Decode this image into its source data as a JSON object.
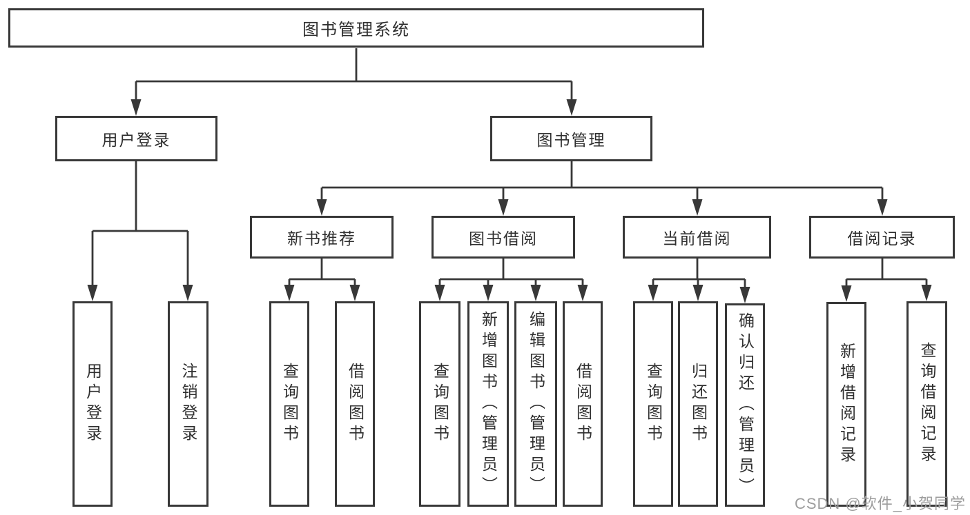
{
  "tree": {
    "root": {
      "label": "图书管理系统"
    },
    "branches": [
      {
        "label": "用户登录",
        "children": [
          {
            "label": "用户登录"
          },
          {
            "label": "注销登录"
          }
        ]
      },
      {
        "label": "图书管理",
        "children": [
          {
            "label": "新书推荐",
            "children": [
              {
                "label": "查询图书"
              },
              {
                "label": "借阅图书"
              }
            ]
          },
          {
            "label": "图书借阅",
            "children": [
              {
                "label": "查询图书"
              },
              {
                "label": "新增图书（管理员）"
              },
              {
                "label": "编辑图书（管理员）"
              },
              {
                "label": "借阅图书"
              }
            ]
          },
          {
            "label": "当前借阅",
            "children": [
              {
                "label": "查询图书"
              },
              {
                "label": "归还图书"
              },
              {
                "label": "确认归还（管理员）"
              }
            ]
          },
          {
            "label": "借阅记录",
            "children": [
              {
                "label": "新增借阅记录"
              },
              {
                "label": "查询借阅记录"
              }
            ]
          }
        ]
      }
    ]
  },
  "watermark": {
    "text": "CSDN @软件_小贺同学"
  },
  "colors": {
    "line": "#383838",
    "box_border": "#383838",
    "text": "#2f2f2f",
    "watermark": "#9d9d9d"
  }
}
